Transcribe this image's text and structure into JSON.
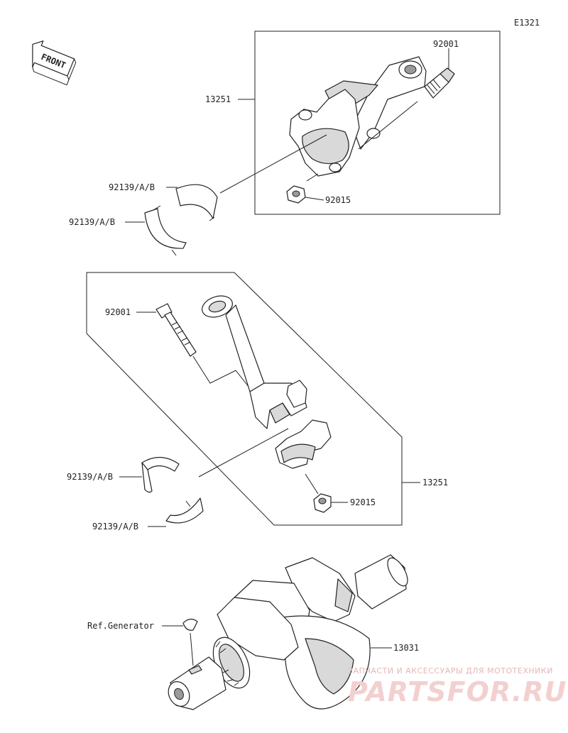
{
  "diagram_code": "E1321",
  "front_label": "FRONT",
  "labels": {
    "rod_upper": "13251",
    "bolt_upper": "92001",
    "bearing_upper_a": "92139/A/B",
    "bearing_upper_b": "92139/A/B",
    "nut_upper": "92015",
    "bolt_lower": "92001",
    "bearing_lower_a": "92139/A/B",
    "bearing_lower_b": "92139/A/B",
    "rod_lower": "13251",
    "nut_lower": "92015",
    "ref_generator": "Ref.Generator",
    "crankshaft": "13031"
  },
  "watermark": {
    "tagline": "ЗАПЧАСТИ И АКСЕССУАРЫ ДЛЯ МОТОТЕХНИКИ",
    "brand": "PARTSFOR.RU"
  }
}
